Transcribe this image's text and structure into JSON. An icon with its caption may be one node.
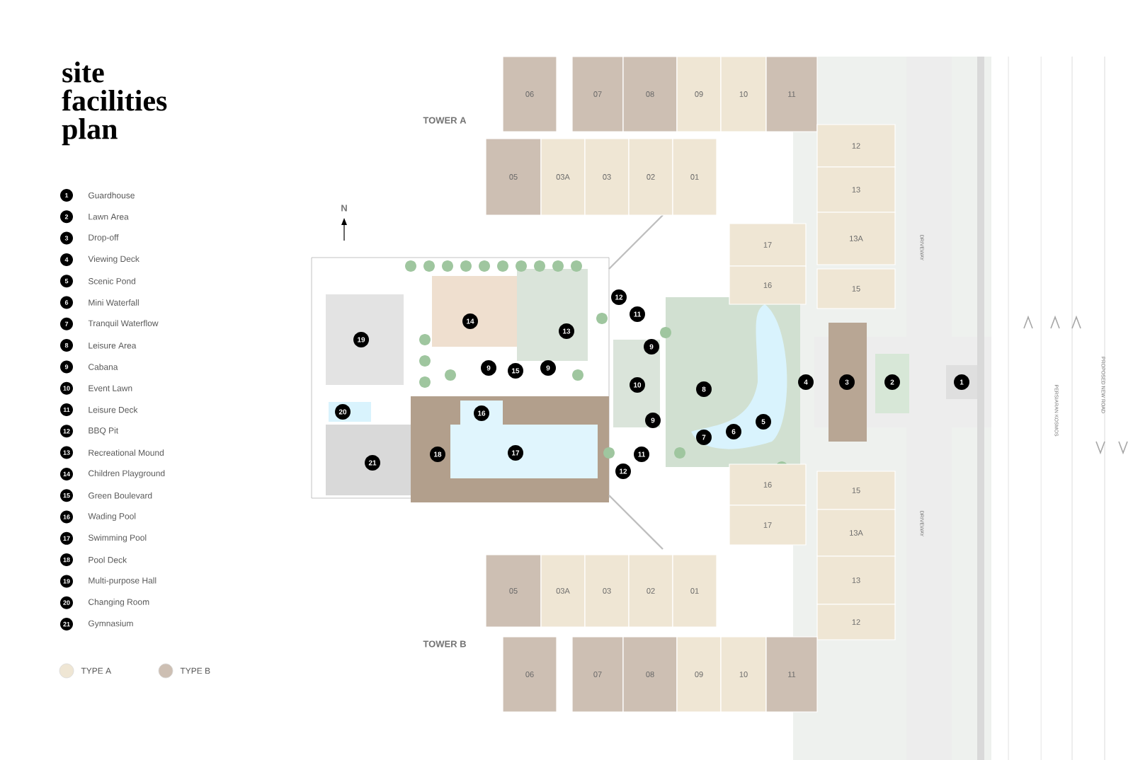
{
  "diagram": {
    "title": "site facilities plan",
    "nodes": [
      {
        "text": [
          "06"
        ]
      },
      {
        "text": [
          "07"
        ]
      },
      {
        "text": [
          "08"
        ]
      },
      {
        "text": [
          "09"
        ]
      },
      {
        "text": [
          "10"
        ]
      },
      {
        "text": [
          "11"
        ]
      },
      {
        "text": [
          "05"
        ]
      },
      {
        "text": [
          "03A"
        ]
      },
      {
        "text": [
          "03"
        ]
      },
      {
        "text": [
          "02"
        ]
      },
      {
        "text": [
          "01"
        ]
      },
      {
        "text": [
          "12"
        ]
      },
      {
        "text": [
          "13"
        ]
      },
      {
        "text": [
          "13A"
        ]
      },
      {
        "text": [
          "17"
        ]
      },
      {
        "text": [
          "16"
        ]
      },
      {
        "text": [
          "15"
        ]
      },
      {
        "text": [
          "12"
        ]
      },
      {
        "text": [
          "14"
        ]
      },
      {
        "text": [
          "11"
        ]
      },
      {
        "text": [
          "13"
        ]
      },
      {
        "text": [
          "19"
        ]
      },
      {
        "text": [
          "9"
        ]
      },
      {
        "text": [
          "9"
        ]
      },
      {
        "text": [
          "15"
        ]
      },
      {
        "text": [
          "9"
        ]
      },
      {
        "text": [
          "10"
        ]
      },
      {
        "text": [
          "4"
        ]
      },
      {
        "text": [
          "3"
        ]
      },
      {
        "text": [
          "2"
        ]
      },
      {
        "text": [
          "1"
        ]
      },
      {
        "text": [
          "8"
        ]
      },
      {
        "text": [
          "20"
        ]
      },
      {
        "text": [
          "16"
        ]
      },
      {
        "text": [
          "9"
        ]
      },
      {
        "text": [
          "5"
        ]
      },
      {
        "text": [
          "6"
        ]
      },
      {
        "text": [
          "7"
        ]
      },
      {
        "text": [
          "18"
        ]
      },
      {
        "text": [
          "17"
        ]
      },
      {
        "text": [
          "11"
        ]
      },
      {
        "text": [
          "21"
        ]
      },
      {
        "text": [
          "12"
        ]
      },
      {
        "text": [
          "16"
        ]
      },
      {
        "text": [
          "15"
        ]
      },
      {
        "text": [
          "17"
        ]
      },
      {
        "text": [
          "13A"
        ]
      },
      {
        "text": [
          "05"
        ]
      },
      {
        "text": [
          "03A"
        ]
      },
      {
        "text": [
          "03"
        ]
      },
      {
        "text": [
          "02"
        ]
      },
      {
        "text": [
          "01"
        ]
      },
      {
        "text": [
          "13"
        ]
      },
      {
        "text": [
          "12"
        ]
      },
      {
        "text": [
          "06"
        ]
      },
      {
        "text": [
          "07"
        ]
      },
      {
        "text": [
          "08"
        ]
      },
      {
        "text": [
          "09"
        ]
      },
      {
        "text": [
          "10"
        ]
      },
      {
        "text": [
          "11"
        ]
      }
    ],
    "labels": [
      "TOWER A",
      "N",
      "DRIVEWAY",
      "PERSIARAN KOSMOS",
      "PROPOSED NEW ROAD",
      "DRIVEWAY",
      "TOWER B",
      "1",
      "Guardhouse",
      "2",
      "Lawn Area",
      "3",
      "Drop-off",
      "4",
      "Viewing Deck",
      "5",
      "Scenic Pond",
      "6",
      "Mini Waterfall",
      "7",
      "Tranquil Waterflow",
      "8",
      "Leisure Area",
      "9",
      "Cabana",
      "10",
      "Event Lawn",
      "11",
      "Leisure Deck",
      "12",
      "BBQ Pit",
      "13",
      "Recreational Mound",
      "14",
      "Children Playground",
      "15",
      "Green Boulevard",
      "16",
      "Wading Pool",
      "17",
      "Swimming Pool",
      "18",
      "Pool Deck",
      "19",
      "Multi-purpose Hall",
      "20",
      "Changing Room",
      "21",
      "Gymnasium"
    ],
    "legend": [
      {
        "text": "TYPE A",
        "color": "#efe6d4"
      },
      {
        "text": "TYPE B",
        "color": "#cdbfb3"
      }
    ]
  }
}
